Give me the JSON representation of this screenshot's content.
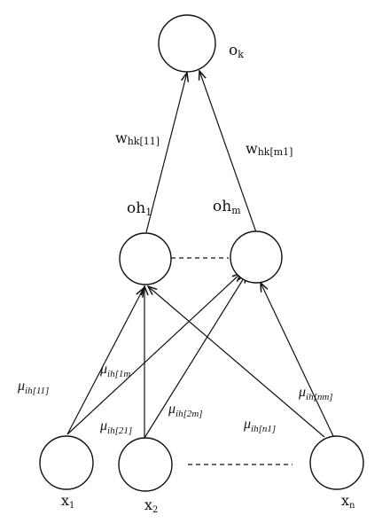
{
  "diagram": {
    "output_node": {
      "label": "o",
      "sub": "k"
    },
    "hidden_nodes": [
      {
        "label": "oh",
        "sub": "1"
      },
      {
        "label": "oh",
        "sub": "m"
      }
    ],
    "input_nodes": [
      {
        "label": "x",
        "sub": "1"
      },
      {
        "label": "x",
        "sub": "2"
      },
      {
        "label": "x",
        "sub": "n"
      }
    ],
    "hidden_output_weights": [
      {
        "label": "w",
        "sub": "hk[11]"
      },
      {
        "label": "w",
        "sub": "hk[m1]"
      }
    ],
    "input_hidden_weights": [
      {
        "label": "μ",
        "sub": "ih[11]"
      },
      {
        "label": "μ",
        "sub": "ih[1m"
      },
      {
        "label": "μ",
        "sub": "ih[21]"
      },
      {
        "label": "μ",
        "sub": "ih[2m]"
      },
      {
        "label": "μ",
        "sub": "ih[n1]"
      },
      {
        "label": "μ",
        "sub": "ih[nm]"
      }
    ]
  }
}
